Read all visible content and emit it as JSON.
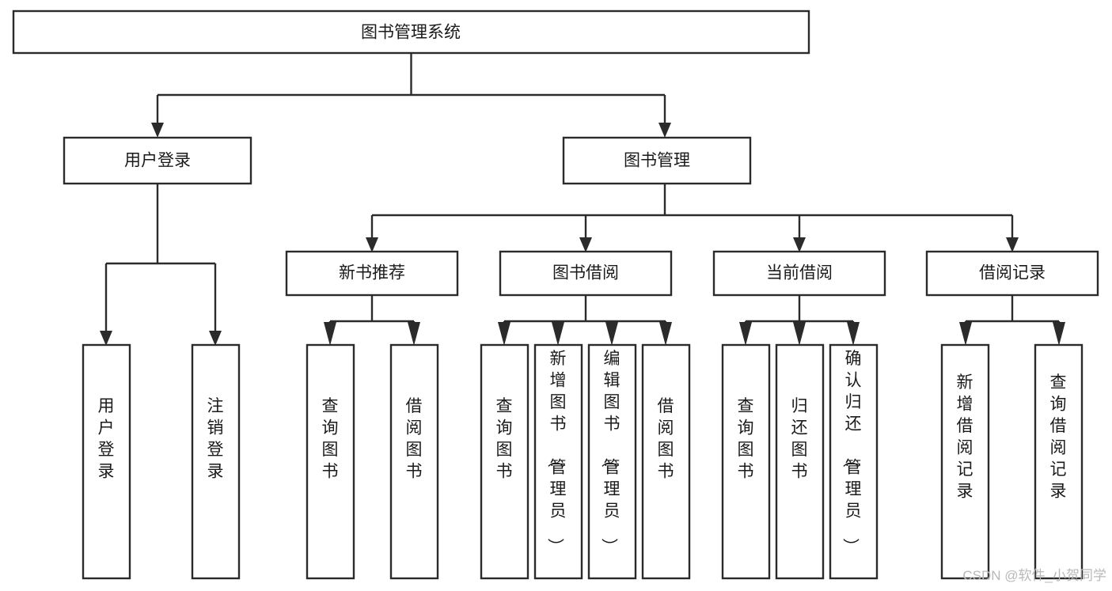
{
  "diagram": {
    "type": "hierarchy-tree",
    "title": "图书管理系统",
    "levels": 4,
    "root": {
      "id": "root",
      "label": "图书管理系统",
      "orientation": "horizontal"
    },
    "level2": [
      {
        "id": "user-login",
        "label": "用户登录",
        "orientation": "horizontal"
      },
      {
        "id": "book-management",
        "label": "图书管理",
        "orientation": "horizontal"
      }
    ],
    "level3": [
      {
        "id": "new-book-recommend",
        "label": "新书推荐",
        "orientation": "horizontal",
        "parent": "book-management"
      },
      {
        "id": "book-borrow",
        "label": "图书借阅",
        "orientation": "horizontal",
        "parent": "book-management"
      },
      {
        "id": "current-borrow",
        "label": "当前借阅",
        "orientation": "horizontal",
        "parent": "book-management"
      },
      {
        "id": "borrow-record",
        "label": "借阅记录",
        "orientation": "horizontal",
        "parent": "book-management"
      }
    ],
    "leaves": [
      {
        "id": "leaf-user-login",
        "label": "用户登录",
        "orientation": "vertical",
        "parent": "user-login"
      },
      {
        "id": "leaf-user-logout",
        "label": "注销登录",
        "orientation": "vertical",
        "parent": "user-login"
      },
      {
        "id": "leaf-query-book-1",
        "label": "查询图书",
        "orientation": "vertical",
        "parent": "new-book-recommend"
      },
      {
        "id": "leaf-borrow-book-1",
        "label": "借阅图书",
        "orientation": "vertical",
        "parent": "new-book-recommend"
      },
      {
        "id": "leaf-query-book-2",
        "label": "查询图书",
        "orientation": "vertical",
        "parent": "book-borrow"
      },
      {
        "id": "leaf-add-book",
        "label": "新增图书（管理员）",
        "orientation": "vertical",
        "parent": "book-borrow"
      },
      {
        "id": "leaf-edit-book",
        "label": "编辑图书（管理员）",
        "orientation": "vertical",
        "parent": "book-borrow"
      },
      {
        "id": "leaf-borrow-book-2",
        "label": "借阅图书",
        "orientation": "vertical",
        "parent": "book-borrow"
      },
      {
        "id": "leaf-query-book-3",
        "label": "查询图书",
        "orientation": "vertical",
        "parent": "current-borrow"
      },
      {
        "id": "leaf-return-book",
        "label": "归还图书",
        "orientation": "vertical",
        "parent": "current-borrow"
      },
      {
        "id": "leaf-confirm-return",
        "label": "确认归还（管理员）",
        "orientation": "vertical",
        "parent": "current-borrow"
      },
      {
        "id": "leaf-add-record",
        "label": "新增借阅记录",
        "orientation": "vertical",
        "parent": "borrow-record"
      },
      {
        "id": "leaf-query-record",
        "label": "查询借阅记录",
        "orientation": "vertical",
        "parent": "borrow-record"
      }
    ],
    "colors": {
      "box_fill": "#ffffff",
      "box_stroke": "#2b2b2b",
      "line": "#2b2b2b",
      "text": "#1a1a1a",
      "background": "#ffffff",
      "watermark": "#b9b9b9"
    }
  },
  "watermark": {
    "text": "CSDN @软件_小贺同学"
  }
}
